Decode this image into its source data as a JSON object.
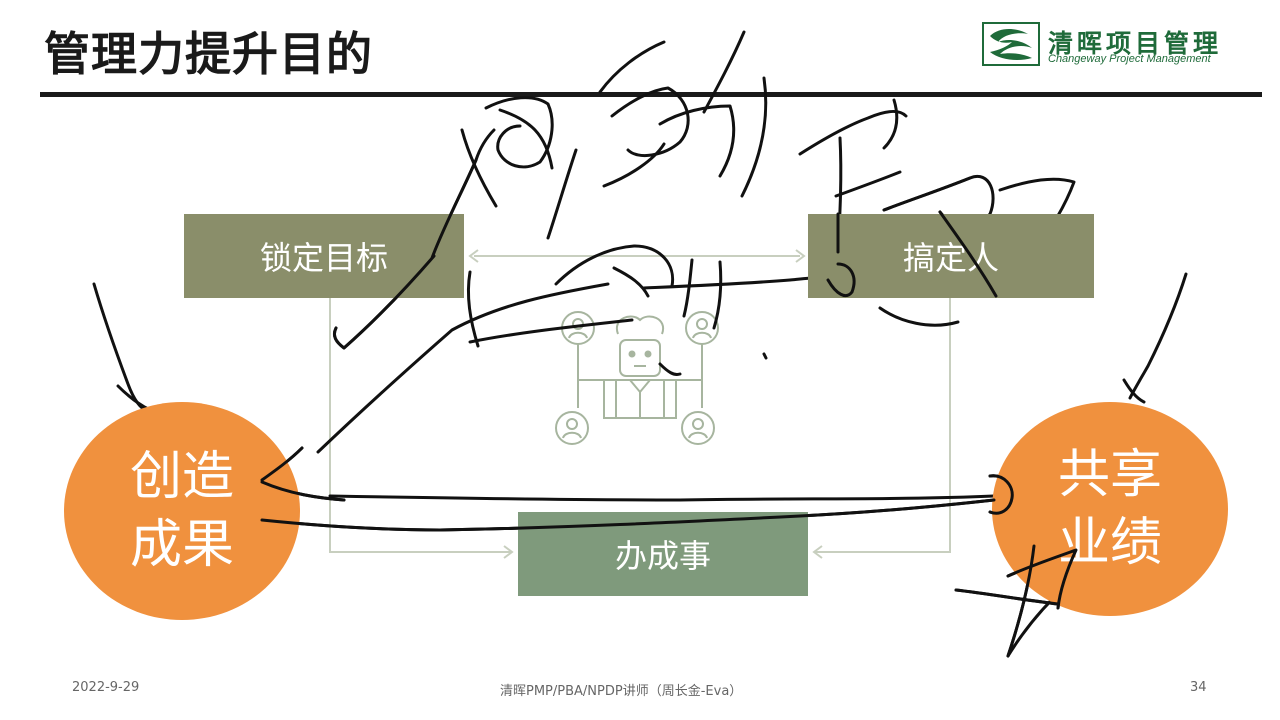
{
  "slide": {
    "title": "管理力提升目的",
    "logo": {
      "name_cn": "清晖项目管理",
      "name_en": "Changeway Project Management"
    },
    "diagram": {
      "box_goal": "锁定目标",
      "box_people": "搞定人",
      "box_done": "办成事",
      "circle_left": [
        "创造",
        "成果"
      ],
      "circle_right": [
        "共享",
        "业绩"
      ],
      "center_icon": "team-leader-icon"
    },
    "footer": {
      "date": "2022-9-29",
      "center": "清晖PMP/PBA/NPDP讲师（周长金-Eva）",
      "page": "34"
    }
  },
  "colors": {
    "box_olive": "#8a8e6a",
    "box_green": "#7f9a7c",
    "circle_orange": "#f0913e",
    "connector": "#c8cfbf",
    "ink": "#111111",
    "logo_green": "#1f6b3a"
  }
}
